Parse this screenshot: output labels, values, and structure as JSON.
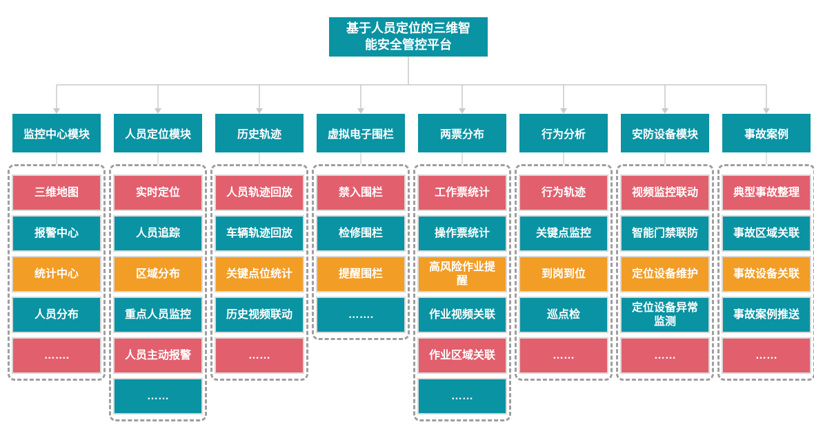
{
  "root": {
    "title": "基于人员定位的三维智能安全管控平台"
  },
  "palette": {
    "teal": "#0a93a3",
    "red": "#e25f6d",
    "orange": "#f29d26",
    "connector": "#c9c9c9",
    "connector_light": "#d6d6d6",
    "dash_border": "#9e9e9e"
  },
  "columns": [
    {
      "header": "监控中心模块",
      "items": [
        {
          "label": "三维地图",
          "color": "red"
        },
        {
          "label": "报警中心",
          "color": "teal"
        },
        {
          "label": "统计中心",
          "color": "orange"
        },
        {
          "label": "人员分布",
          "color": "teal"
        },
        {
          "label": "…….",
          "color": "red"
        }
      ]
    },
    {
      "header": "人员定位模块",
      "items": [
        {
          "label": "实时定位",
          "color": "red"
        },
        {
          "label": "人员追踪",
          "color": "teal"
        },
        {
          "label": "区域分布",
          "color": "orange"
        },
        {
          "label": "重点人员监控",
          "color": "teal"
        },
        {
          "label": "人员主动报警",
          "color": "red"
        },
        {
          "label": "……",
          "color": "teal"
        }
      ]
    },
    {
      "header": "历史轨迹",
      "items": [
        {
          "label": "人员轨迹回放",
          "color": "red"
        },
        {
          "label": "车辆轨迹回放",
          "color": "teal"
        },
        {
          "label": "关键点位统计",
          "color": "orange"
        },
        {
          "label": "历史视频联动",
          "color": "teal"
        },
        {
          "label": "……",
          "color": "red"
        }
      ]
    },
    {
      "header": "虚拟电子围栏",
      "items": [
        {
          "label": "禁入围栏",
          "color": "red"
        },
        {
          "label": "检修围栏",
          "color": "teal"
        },
        {
          "label": "提醒围栏",
          "color": "orange"
        },
        {
          "label": "…….",
          "color": "teal"
        }
      ]
    },
    {
      "header": "两票分布",
      "items": [
        {
          "label": "工作票统计",
          "color": "red"
        },
        {
          "label": "操作票统计",
          "color": "teal"
        },
        {
          "label": "高风险作业提醒",
          "color": "orange"
        },
        {
          "label": "作业视频关联",
          "color": "teal"
        },
        {
          "label": "作业区域关联",
          "color": "red"
        },
        {
          "label": "……",
          "color": "teal"
        }
      ]
    },
    {
      "header": "行为分析",
      "items": [
        {
          "label": "行为轨迹",
          "color": "red"
        },
        {
          "label": "关键点监控",
          "color": "teal"
        },
        {
          "label": "到岗到位",
          "color": "orange"
        },
        {
          "label": "巡点检",
          "color": "teal"
        },
        {
          "label": "……",
          "color": "red"
        }
      ]
    },
    {
      "header": "安防设备模块",
      "items": [
        {
          "label": "视频监控联动",
          "color": "red"
        },
        {
          "label": "智能门禁联防",
          "color": "teal"
        },
        {
          "label": "定位设备维护",
          "color": "orange"
        },
        {
          "label": "定位设备异常监测",
          "color": "teal"
        },
        {
          "label": "……",
          "color": "red"
        }
      ]
    },
    {
      "header": "事故案例",
      "items": [
        {
          "label": "典型事故整理",
          "color": "red"
        },
        {
          "label": "事故区域关联",
          "color": "teal"
        },
        {
          "label": "事故设备关联",
          "color": "orange"
        },
        {
          "label": "事故案例推送",
          "color": "teal"
        },
        {
          "label": "……",
          "color": "red"
        }
      ]
    }
  ]
}
